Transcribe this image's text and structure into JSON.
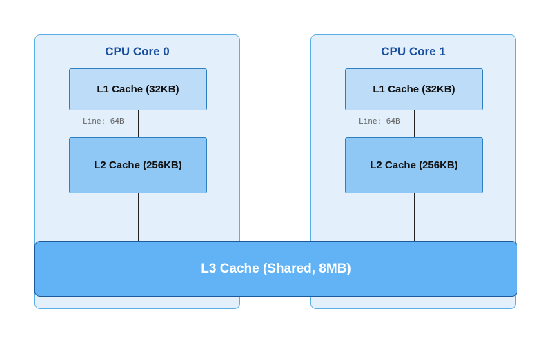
{
  "cores": [
    {
      "title": "CPU Core 0",
      "l1_label": "L1 Cache (32KB)",
      "l2_label": "L2 Cache (256KB)",
      "line_label": "Line: 64B"
    },
    {
      "title": "CPU Core 1",
      "l1_label": "L1 Cache (32KB)",
      "l2_label": "L2 Cache (256KB)",
      "line_label": "Line: 64B"
    }
  ],
  "l3": {
    "label": "L3 Cache (Shared, 8MB)"
  },
  "colors": {
    "core_bg": "#e3f0fb",
    "core_border": "#5aaee8",
    "core_title": "#1a4fa0",
    "l1_fill": "#bcdcf7",
    "l2_fill": "#8fc8f5",
    "l3_fill": "#62b3f5",
    "l3_border": "#1e5a9a",
    "connector": "#222222"
  }
}
